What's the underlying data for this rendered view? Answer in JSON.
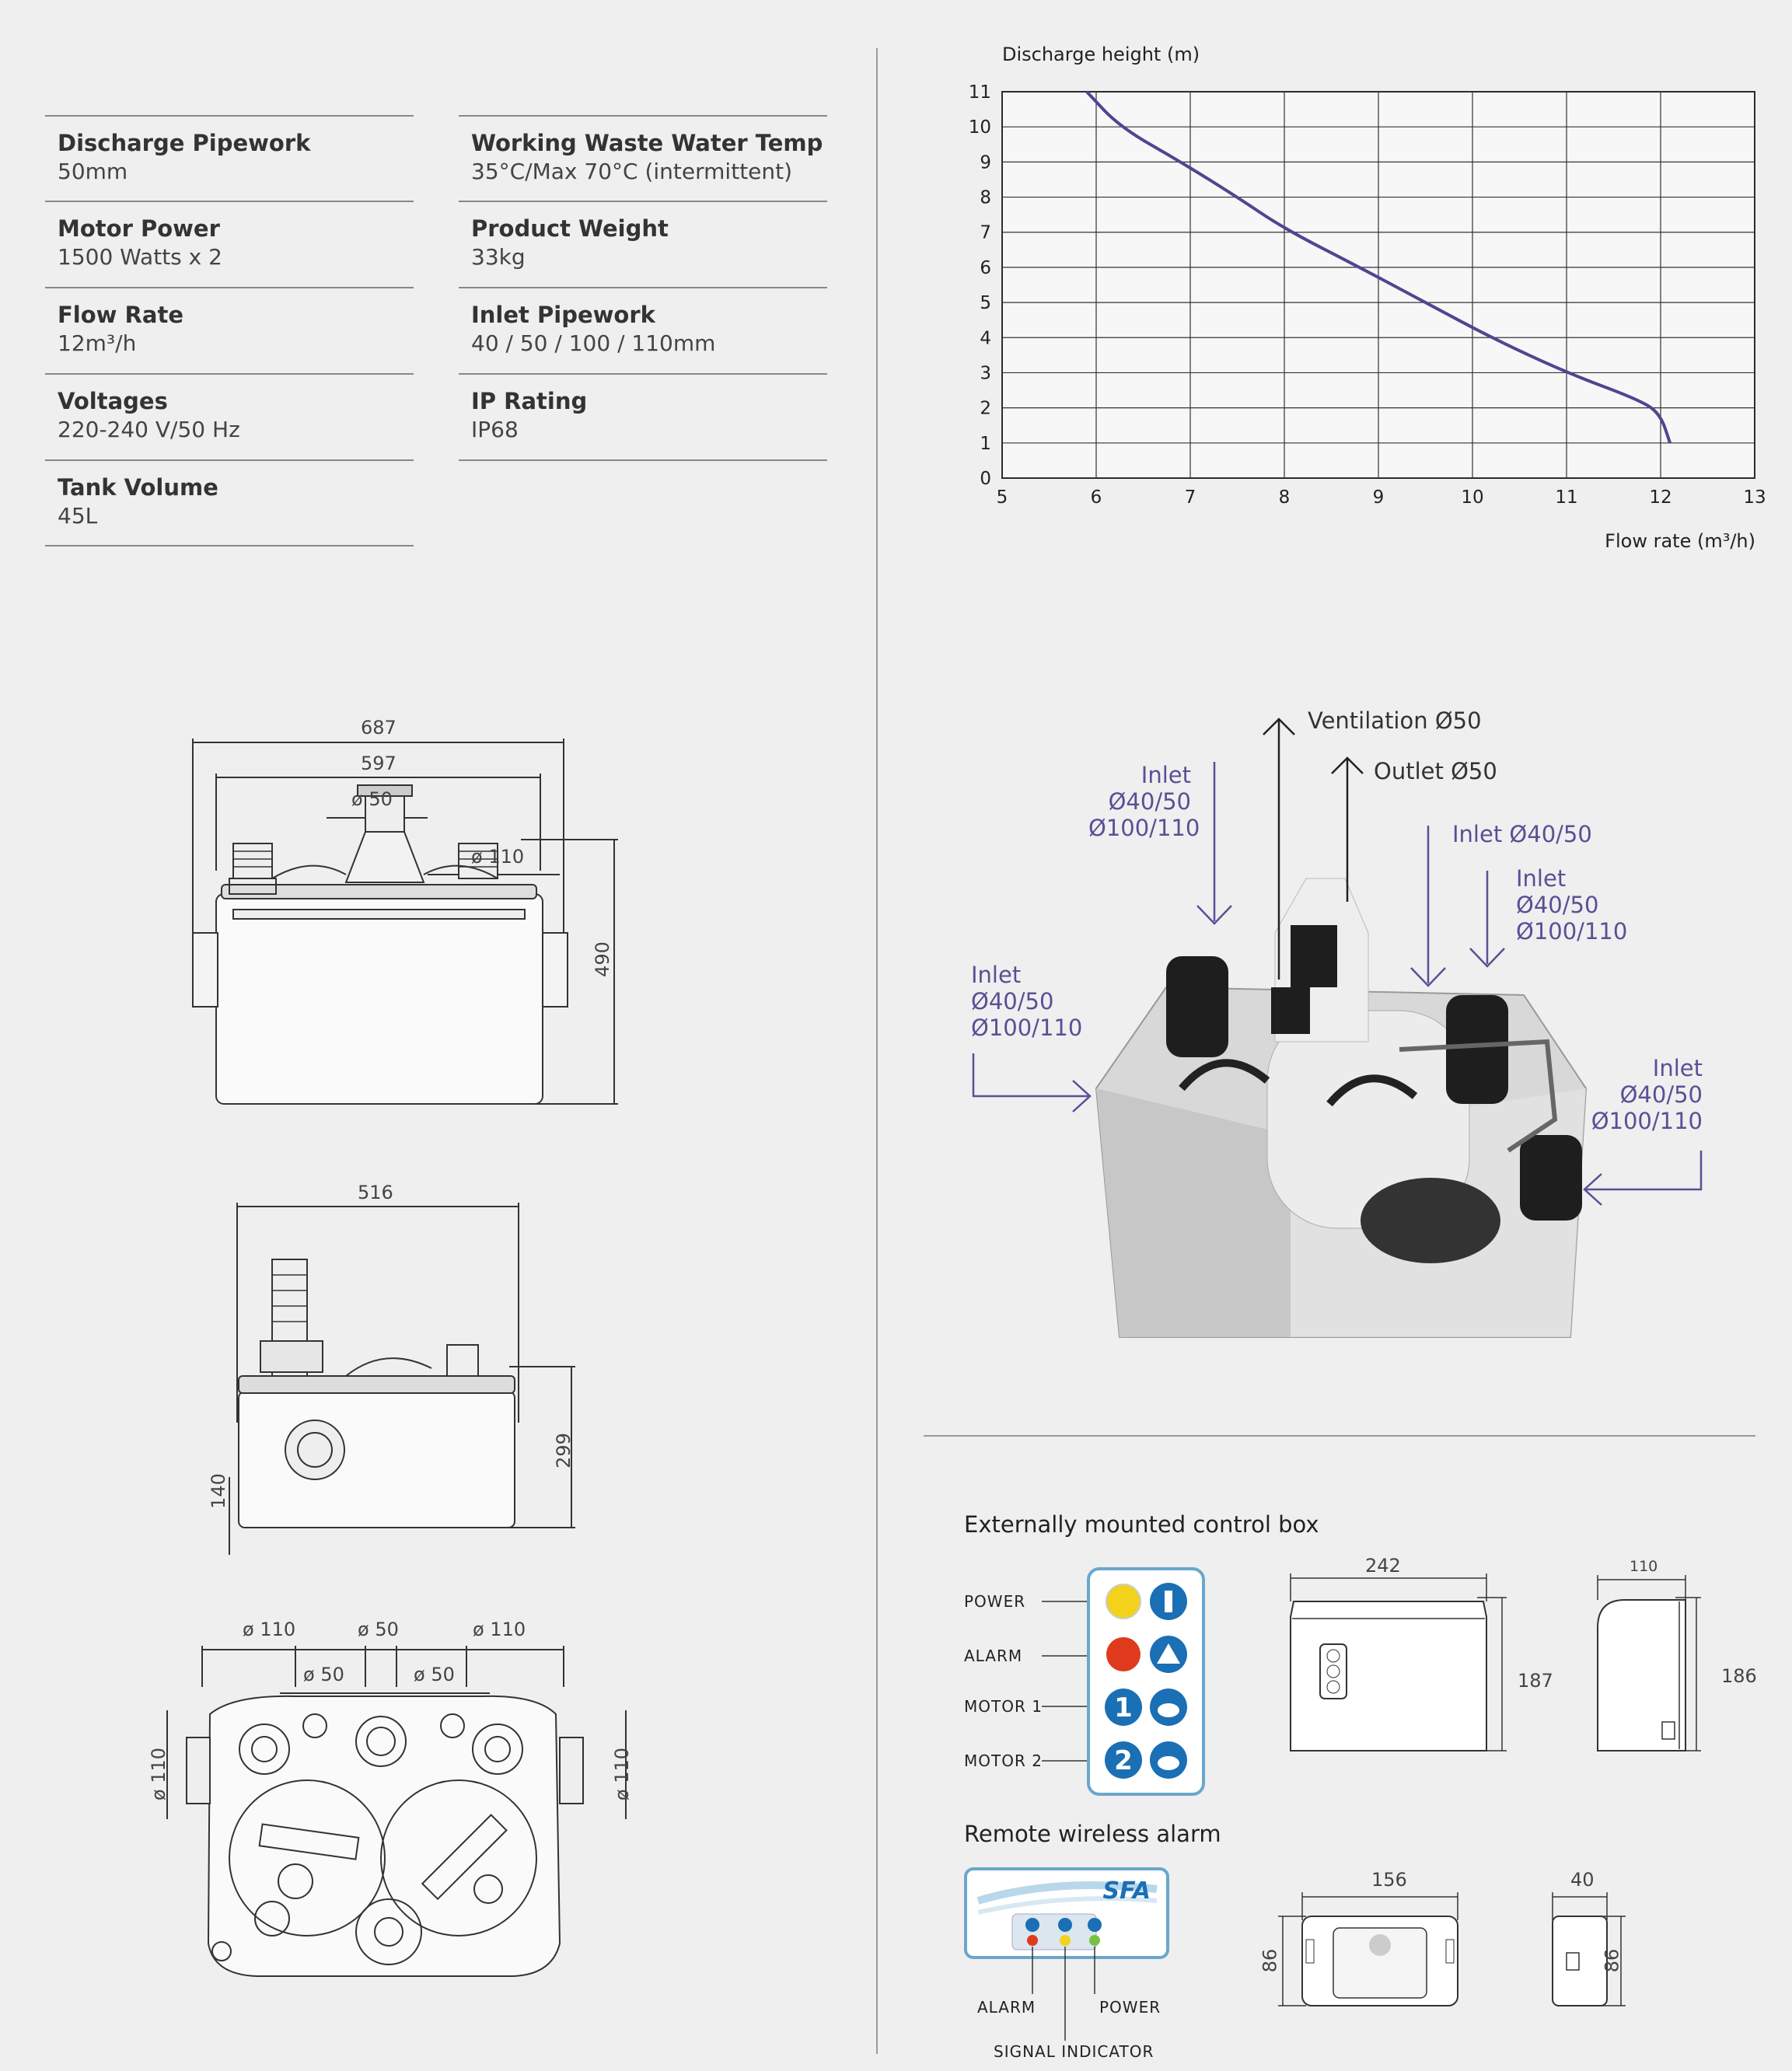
{
  "specs": {
    "left": [
      {
        "label": "Discharge Pipework",
        "value": "50mm"
      },
      {
        "label": "Motor Power",
        "value": "1500 Watts x 2"
      },
      {
        "label": "Flow Rate",
        "value": "12m³/h"
      },
      {
        "label": "Voltages",
        "value": "220-240 V/50 Hz"
      },
      {
        "label": "Tank Volume",
        "value": "45L"
      }
    ],
    "right": [
      {
        "label": "Working Waste Water Temp",
        "value": "35°C/Max 70°C (intermittent)"
      },
      {
        "label": "Product Weight",
        "value": "33kg"
      },
      {
        "label": "Inlet Pipework",
        "value": "40 / 50 / 100 / 110mm"
      },
      {
        "label": "IP Rating",
        "value": "IP68"
      }
    ]
  },
  "chart_data": {
    "type": "line",
    "ylabel": "Discharge height (m)",
    "xlabel": "Flow rate (m³/h)",
    "xlim": [
      5,
      13
    ],
    "ylim": [
      0,
      11
    ],
    "xticks": [
      5,
      6,
      7,
      8,
      9,
      10,
      11,
      12,
      13
    ],
    "yticks": [
      0,
      1,
      2,
      3,
      4,
      5,
      6,
      7,
      8,
      9,
      10,
      11
    ],
    "grid": true,
    "series": [
      {
        "x": [
          5.9,
          6.25,
          6.9,
          7.5,
          8.0,
          8.8,
          9.5,
          10.2,
          11.0,
          11.8,
          12.0,
          12.1
        ],
        "y": [
          11,
          10,
          9,
          8,
          7.1,
          6.0,
          5.0,
          4.0,
          3.0,
          2.2,
          1.8,
          1.0
        ],
        "color": "#4d4790"
      }
    ]
  },
  "dims_front": {
    "w_outer": "687",
    "w_inner": "597",
    "d_top": "ø 50",
    "d_side": "ø 110",
    "h": "490"
  },
  "dims_side": {
    "w": "516",
    "h1": "299",
    "h2": "140"
  },
  "dims_top": {
    "d1": "ø 110",
    "d2": "ø 50",
    "d3": "ø 110",
    "d4": "ø 50",
    "d5": "ø 50",
    "left": "ø 110",
    "right": "ø 110"
  },
  "callouts": {
    "ventilation": "Ventilation Ø50",
    "outlet": "Outlet Ø50",
    "inlet_top_left": [
      "Inlet",
      "Ø40/50",
      "Ø100/110"
    ],
    "inlet_top_right": "Inlet Ø40/50",
    "inlet_right_upper": [
      "Inlet",
      "Ø40/50",
      "Ø100/110"
    ],
    "inlet_left": [
      "Inlet",
      "Ø40/50",
      "Ø100/110"
    ],
    "inlet_right": [
      "Inlet",
      "Ø40/50",
      "Ø100/110"
    ]
  },
  "control_box": {
    "title": "Externally mounted control box",
    "labels": [
      "POWER",
      "ALARM",
      "MOTOR 1",
      "MOTOR 2"
    ],
    "dim_w": "242",
    "dim_h": "187",
    "dim_side_w": "110",
    "dim_side_h": "186",
    "num1": "1",
    "num2": "2"
  },
  "alarm": {
    "title": "Remote wireless alarm",
    "brand": "SFA",
    "labels": {
      "alarm": "ALARM",
      "power": "POWER",
      "signal": "SIGNAL INDICATOR"
    },
    "dim_w": "156",
    "dim_h": "86",
    "dim_side_w": "40",
    "dim_side_h": "86"
  },
  "colors": {
    "accent": "#5a4f96",
    "curve": "#4d4790",
    "box_border": "#6aa7cc",
    "led_yellow": "#f2d21b",
    "led_red": "#e03a1e",
    "icon_blue": "#1a6fb5"
  }
}
